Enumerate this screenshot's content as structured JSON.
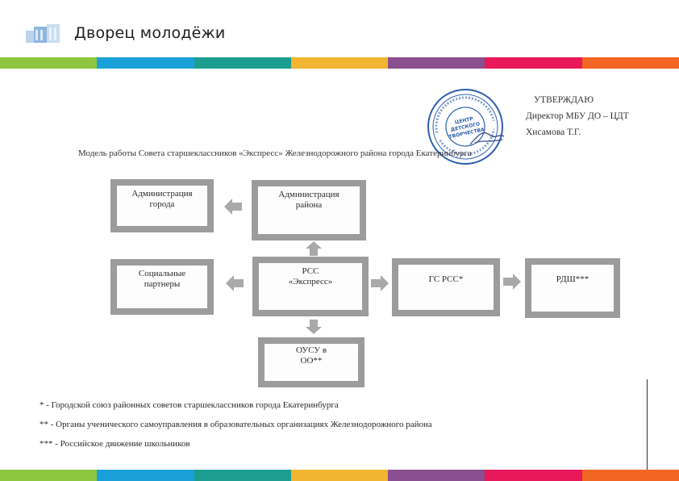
{
  "header": {
    "brand": "Дворец молодёжи"
  },
  "colors": {
    "stripe": [
      "#8dc63f",
      "#1aa0d8",
      "#1b9e8f",
      "#f1b531",
      "#8b4f8f",
      "#e8185b",
      "#f26522"
    ],
    "box_frame": "#9c9c9c",
    "arrow": "#a9a9a9",
    "stamp": "#2d5fb0"
  },
  "approval": {
    "line1": "УТВЕРЖДАЮ",
    "line2": "Директор МБУ ДО – ЦДТ",
    "line3": "Хисамова Т.Г."
  },
  "stamp": {
    "center_text": [
      "ЦЕНТР",
      "ДЕТСКОГО",
      "ТВОРЧЕСТВА"
    ]
  },
  "diagram": {
    "title": "Модель работы Совета старшеклассников «Экспресс» Железнодорожного района города Екатеринбурга",
    "boxes": {
      "city_admin": [
        "Администрация",
        "города"
      ],
      "district_admin": [
        "Администрация",
        "района"
      ],
      "social_partners": [
        "Социальные",
        "партнеры"
      ],
      "rss": [
        "РСС",
        "«Экспресс»"
      ],
      "gss": [
        "ГС РСС*"
      ],
      "rdsh": [
        "РДШ***"
      ],
      "ousu": [
        "ОУСУ в",
        "ОО**"
      ]
    }
  },
  "footnotes": [
    "* - Городской союз районных советов старшеклассников города Екатеринбурга",
    "** - Органы ученического самоуправления в образовательных организациях Железнодорожного района",
    "*** - Российское движение школьников"
  ]
}
